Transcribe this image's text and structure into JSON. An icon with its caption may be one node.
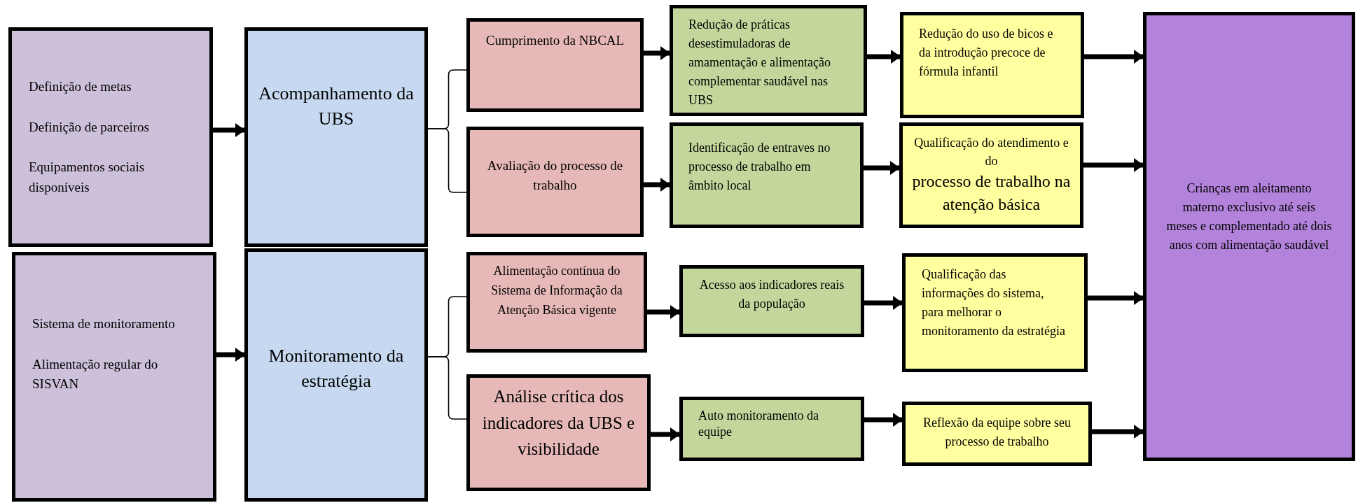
{
  "diagram": {
    "nodes": [
      {
        "text": [
          "Definição de metas",
          "Definição de parceiros",
          "Equipamentos sociais disponíveis"
        ]
      },
      {
        "text": [
          "Acompanhamento da UBS"
        ]
      },
      {
        "text": [
          "Cumprimento da NBCAL"
        ]
      },
      {
        "text": [
          "Avaliação do processo de trabalho"
        ]
      },
      {
        "text": [
          "Redução de práticas desestimuladoras de amamentação e alimentação complementar saudável nas UBS"
        ]
      },
      {
        "text": [
          "Identificação de entraves no processo de trabalho em âmbito local"
        ]
      },
      {
        "text": [
          "Redução do uso de bicos e da introdução precoce de fórmula infantil"
        ]
      },
      {
        "text": [
          "Qualificação do atendimento e do",
          "processo de trabalho na atenção básica"
        ]
      },
      {
        "text": [
          "Crianças em aleitamento materno exclusivo até seis meses e complementado até dois anos com alimentação saudável"
        ]
      },
      {
        "text": [
          "Sistema de monitoramento",
          "Alimentação regular do SISVAN"
        ]
      },
      {
        "text": [
          "Monitoramento da estratégia"
        ]
      },
      {
        "text": [
          "Alimentação contínua do Sistema de Informação da Atenção Básica vigente"
        ]
      },
      {
        "text": [
          "Análise crítica dos indicadores da UBS e visibilidade"
        ]
      },
      {
        "text": [
          "Acesso aos indicadores reais da população"
        ]
      },
      {
        "text": [
          "Auto monitoramento da equipe"
        ]
      },
      {
        "text": [
          "Qualificação das informações do sistema, para melhorar o monitoramento da estratégia"
        ]
      },
      {
        "text": [
          "Reflexão da equipe sobre seu processo de trabalho"
        ]
      }
    ],
    "edges": [
      {
        "from": 0,
        "to": 1,
        "arrow": "to"
      },
      {
        "from": 1,
        "to": 2,
        "arrow": "none"
      },
      {
        "from": 1,
        "to": 3,
        "arrow": "none"
      },
      {
        "from": 2,
        "to": 4,
        "arrow": "to"
      },
      {
        "from": 3,
        "to": 5,
        "arrow": "to"
      },
      {
        "from": 4,
        "to": 6,
        "arrow": "to"
      },
      {
        "from": 5,
        "to": 7,
        "arrow": "to"
      },
      {
        "from": 6,
        "to": 8,
        "arrow": "to"
      },
      {
        "from": 7,
        "to": 8,
        "arrow": "to"
      },
      {
        "from": 9,
        "to": 10,
        "arrow": "to"
      },
      {
        "from": 10,
        "to": 11,
        "arrow": "none"
      },
      {
        "from": 10,
        "to": 12,
        "arrow": "none"
      },
      {
        "from": 11,
        "to": 13,
        "arrow": "to"
      },
      {
        "from": 12,
        "to": 14,
        "arrow": "to"
      },
      {
        "from": 13,
        "to": 15,
        "arrow": "to"
      },
      {
        "from": 14,
        "to": 16,
        "arrow": "to"
      },
      {
        "from": 15,
        "to": 8,
        "arrow": "to"
      },
      {
        "from": 16,
        "to": 8,
        "arrow": "to"
      }
    ]
  }
}
